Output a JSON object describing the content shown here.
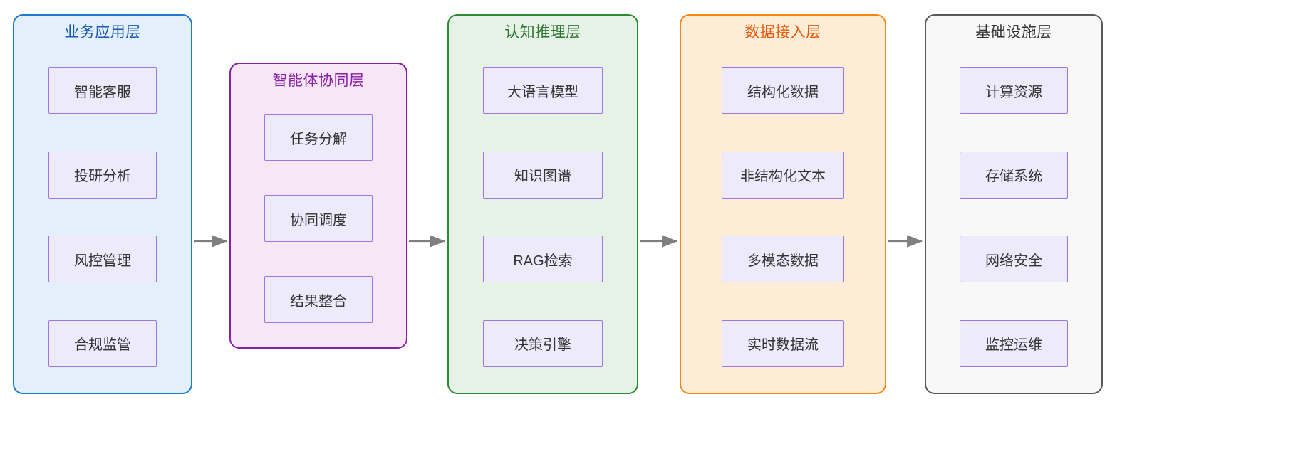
{
  "diagram": {
    "type": "layered-architecture-flowchart",
    "orientation": "left-to-right",
    "background_color": "#ffffff",
    "layers": [
      {
        "id": "business",
        "title": "业务应用层",
        "border_color": "#1F7ACF",
        "fill_color": "#E3F0FB",
        "title_color": "#1859B6",
        "nodes": [
          {
            "label": "智能客服"
          },
          {
            "label": "投研分析"
          },
          {
            "label": "风控管理"
          },
          {
            "label": "合规监管"
          }
        ]
      },
      {
        "id": "agent",
        "title": "智能体协同层",
        "border_color": "#8C1FA8",
        "fill_color": "#F6E6F6",
        "title_color": "#8C1FA8",
        "nodes": [
          {
            "label": "任务分解"
          },
          {
            "label": "协同调度"
          },
          {
            "label": "结果整合"
          }
        ]
      },
      {
        "id": "cognition",
        "title": "认知推理层",
        "border_color": "#2C8B35",
        "fill_color": "#E5F2E5",
        "title_color": "#2C7430",
        "nodes": [
          {
            "label": "大语言模型"
          },
          {
            "label": "知识图谱"
          },
          {
            "label": "RAG检索"
          },
          {
            "label": "决策引擎"
          }
        ]
      },
      {
        "id": "data",
        "title": "数据接入层",
        "border_color": "#F68511",
        "fill_color": "#FDEDD7",
        "title_color": "#E8590C",
        "nodes": [
          {
            "label": "结构化数据"
          },
          {
            "label": "非结构化文本"
          },
          {
            "label": "多模态数据"
          },
          {
            "label": "实时数据流"
          }
        ]
      },
      {
        "id": "infrastructure",
        "title": "基础设施层",
        "border_color": "#595959",
        "fill_color": "#F8F8F8",
        "title_color": "#333333",
        "nodes": [
          {
            "label": "计算资源"
          },
          {
            "label": "存储系统"
          },
          {
            "label": "网络安全"
          },
          {
            "label": "监控运维"
          }
        ]
      }
    ],
    "node_style": {
      "fill_color": "#ECEAFB",
      "border_color": "#9D77E0",
      "text_color": "#333333"
    },
    "connectors": [
      {
        "from": "business",
        "to": "agent",
        "style": "solid-arrow",
        "color": "#7F7F7F"
      },
      {
        "from": "agent",
        "to": "cognition",
        "style": "solid-arrow",
        "color": "#7F7F7F"
      },
      {
        "from": "cognition",
        "to": "data",
        "style": "solid-arrow",
        "color": "#7F7F7F"
      },
      {
        "from": "data",
        "to": "infrastructure",
        "style": "solid-arrow",
        "color": "#7F7F7F"
      }
    ]
  }
}
